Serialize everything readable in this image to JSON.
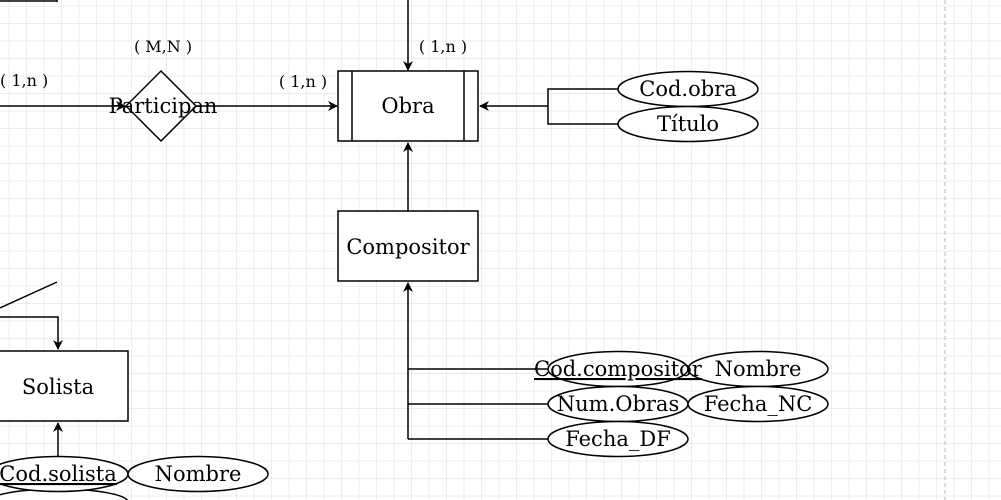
{
  "relationship": {
    "participan": "Participan",
    "card_top": "( M,N )"
  },
  "cardinality": {
    "left": "( 1,n )",
    "obra_left": "( 1,n )",
    "obra_top": "( 1,n )"
  },
  "entities": {
    "obra": "Obra",
    "compositor": "Compositor",
    "solista": "Solista"
  },
  "attributes": {
    "obra": [
      "Cod.obra",
      "Título"
    ],
    "compositor": [
      "Cod.compositor",
      "Nombre",
      "Num.Obras",
      "Fecha_NC",
      "Fecha_DF"
    ],
    "solista": [
      "Cod.solista",
      "Nombre"
    ]
  }
}
